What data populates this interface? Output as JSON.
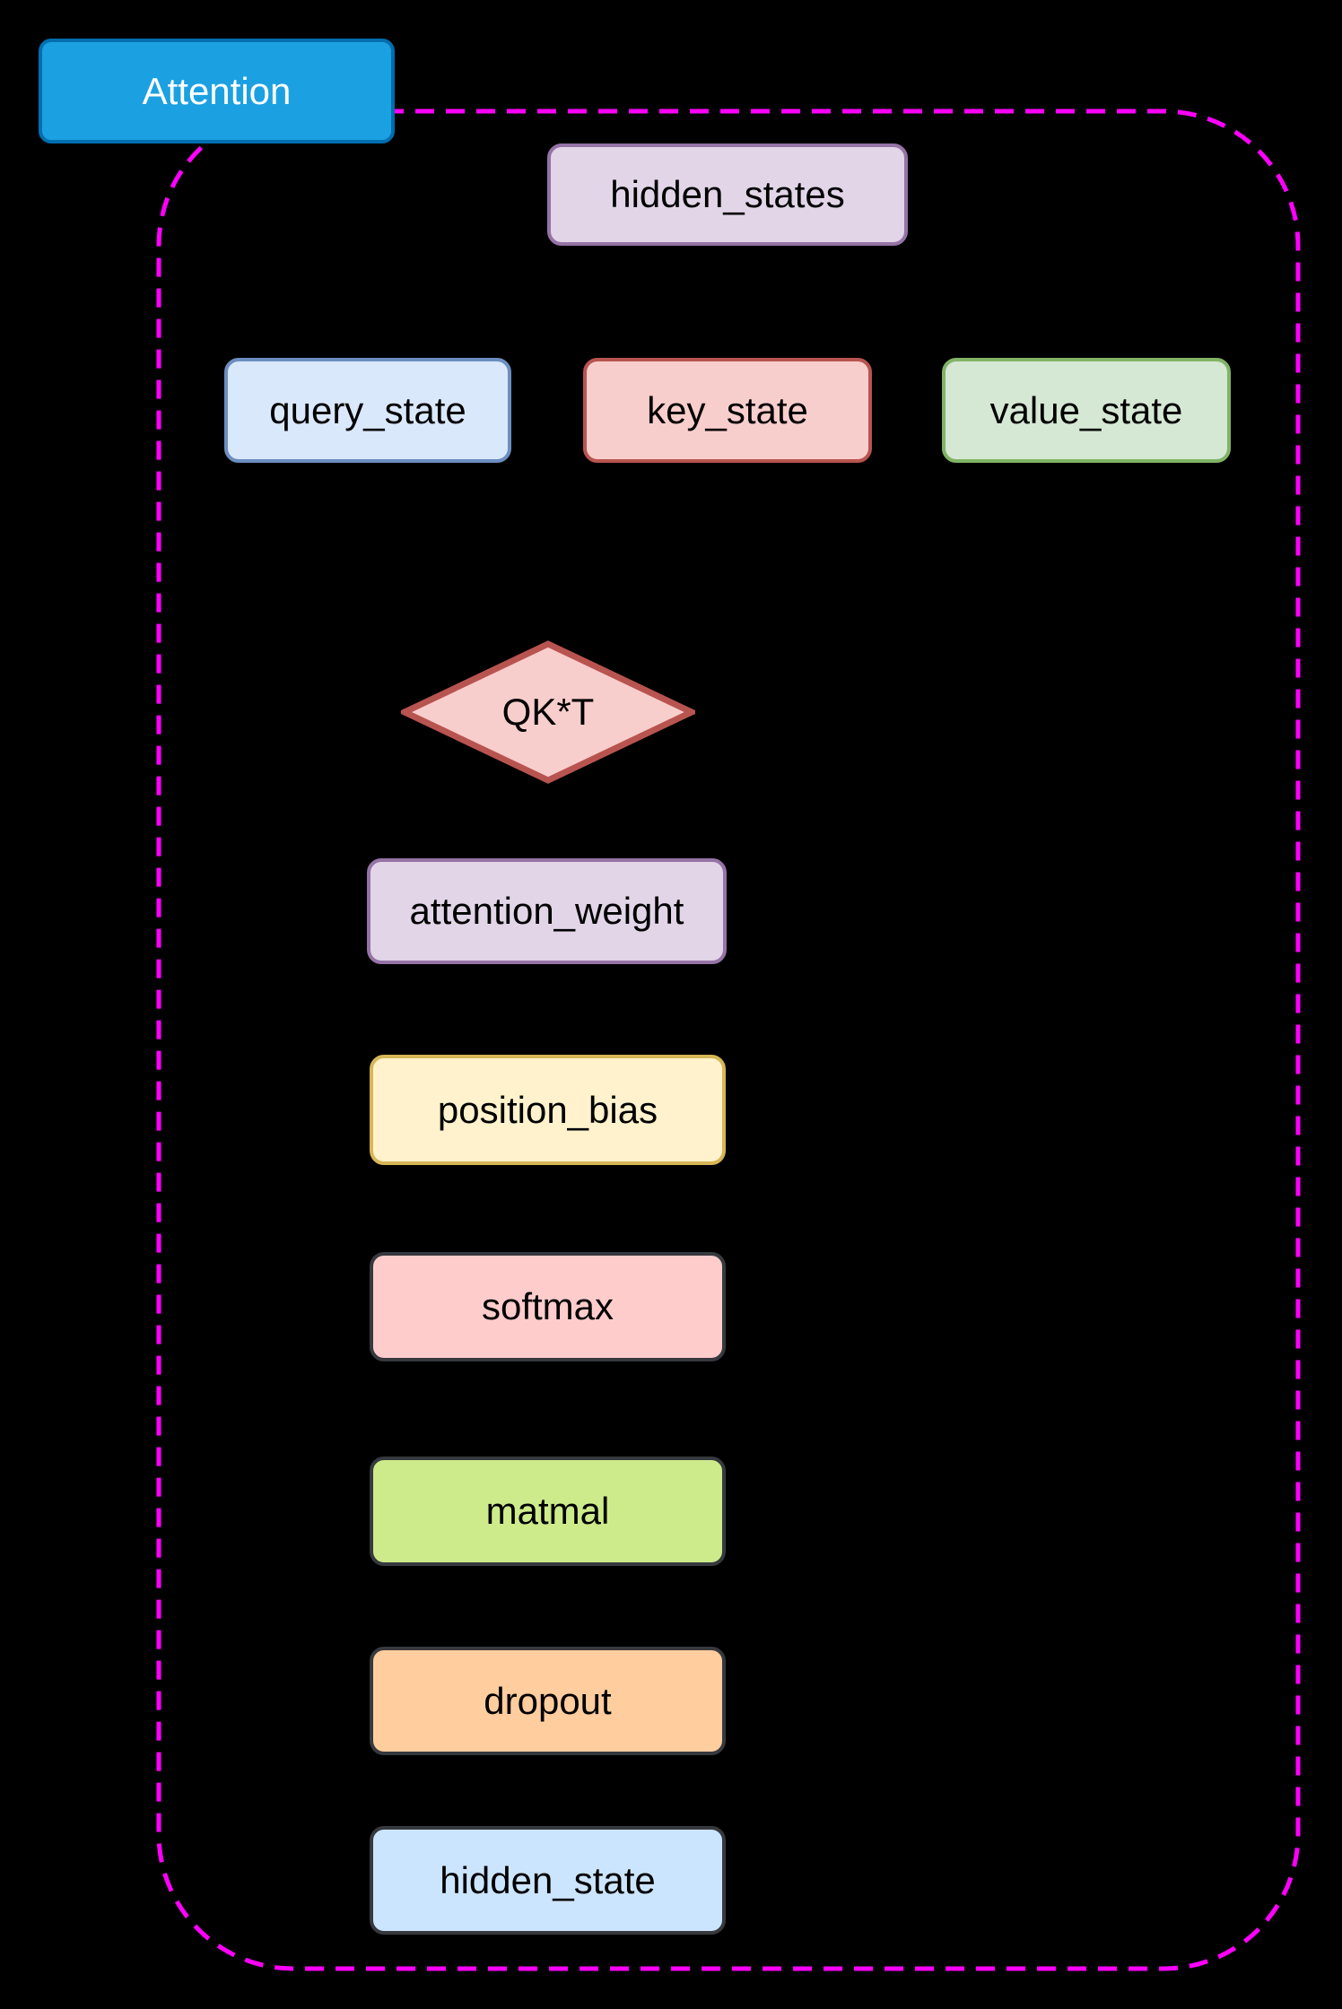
{
  "diagram": {
    "title": "Attention",
    "background_color": "#000000",
    "group": {
      "label": "Attention",
      "border_color": "#FF00FF",
      "border_style": "dashed",
      "label_fill": "#1BA1E2",
      "label_stroke": "#006EAF",
      "label_text_color": "#FFFFFF"
    },
    "nodes": [
      {
        "id": "hidden_states",
        "label": "hidden_states",
        "shape": "rounded-rect",
        "fill": "#E1D5E7",
        "stroke": "#9673A6"
      },
      {
        "id": "query_state",
        "label": "query_state",
        "shape": "rounded-rect",
        "fill": "#DAE8FC",
        "stroke": "#6C8EBF"
      },
      {
        "id": "key_state",
        "label": "key_state",
        "shape": "rounded-rect",
        "fill": "#F8CECC",
        "stroke": "#B85450"
      },
      {
        "id": "value_state",
        "label": "value_state",
        "shape": "rounded-rect",
        "fill": "#D5E8D4",
        "stroke": "#82B366"
      },
      {
        "id": "qkt",
        "label": "QK*T",
        "shape": "diamond",
        "fill": "#F8CECC",
        "stroke": "#B85450"
      },
      {
        "id": "attention_weight",
        "label": "attention_weight",
        "shape": "rounded-rect",
        "fill": "#E1D5E7",
        "stroke": "#9673A6"
      },
      {
        "id": "position_bias",
        "label": "position_bias",
        "shape": "rounded-rect",
        "fill": "#FFF2CC",
        "stroke": "#D6B656"
      },
      {
        "id": "softmax",
        "label": "softmax",
        "shape": "rounded-rect",
        "fill": "#FFCCCC",
        "stroke": "#36393D"
      },
      {
        "id": "matmal",
        "label": "matmal",
        "shape": "rounded-rect",
        "fill": "#CDEB8B",
        "stroke": "#36393D"
      },
      {
        "id": "dropout",
        "label": "dropout",
        "shape": "rounded-rect",
        "fill": "#FFCD9E",
        "stroke": "#36393D"
      },
      {
        "id": "hidden_state",
        "label": "hidden_state",
        "shape": "rounded-rect",
        "fill": "#CCE5FF",
        "stroke": "#36393D"
      }
    ]
  }
}
